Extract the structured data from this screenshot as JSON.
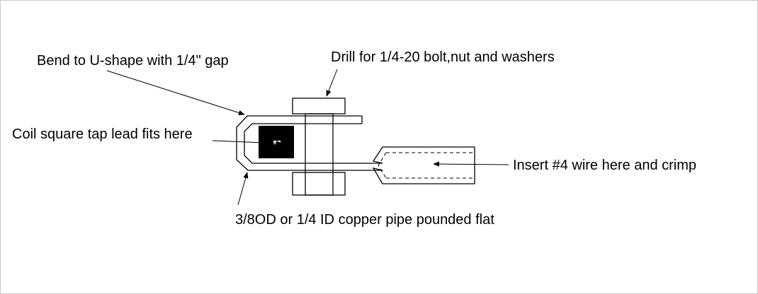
{
  "labels": {
    "bend": "Bend to U-shape with 1/4\" gap",
    "drill": "Drill for 1/4-20 bolt,nut and washers",
    "coil": "Coil square tap lead fits here",
    "insert": "Insert #4 wire here and crimp",
    "pipe": "3/8OD or 1/4 ID copper pipe pounded flat"
  },
  "colors": {
    "line": "#000000",
    "background": "#ffffff",
    "fill": "#000000"
  }
}
